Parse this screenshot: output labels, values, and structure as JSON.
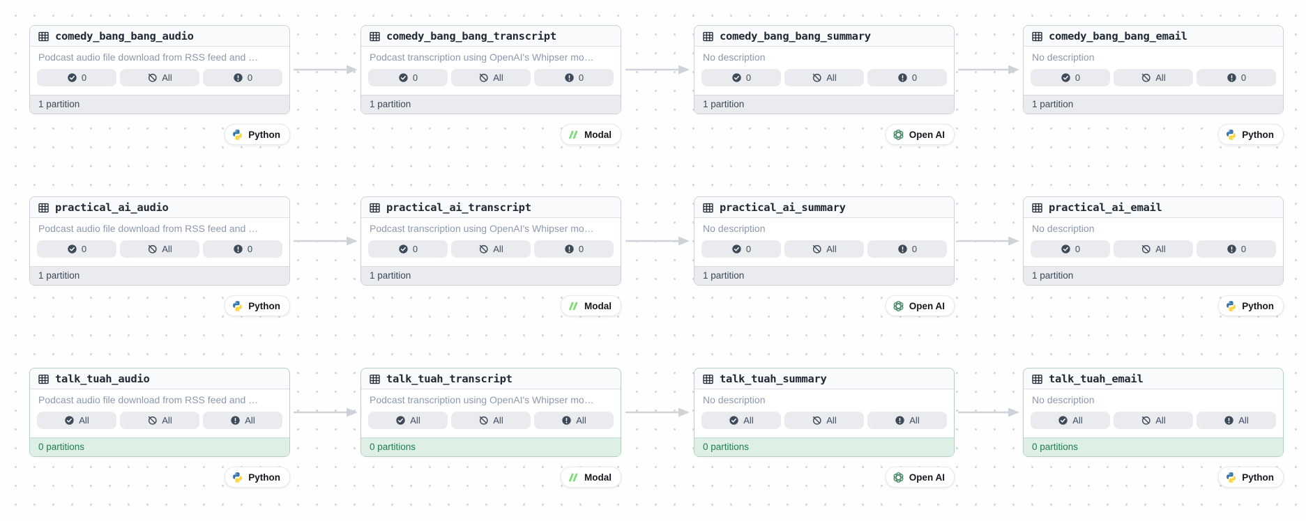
{
  "view": "asset-lineage-graph",
  "colors": {
    "card_border": "#ccd2da",
    "card_border_empty": "#b7cfc0",
    "pill_bg": "#e9ebef",
    "footer_bg": "#e9ebef",
    "footer_empty_bg": "#def0e6",
    "footer_empty_text": "#1e7c4d",
    "arrow": "#ced3da",
    "python_blue": "#3776ab",
    "python_yellow": "#ffd43b",
    "modal_green": "#74e06f",
    "openai_green": "#4e8e6e",
    "status_icon": "#3e4a5a"
  },
  "cards": [
    {
      "name": "comedy_bang_bang_audio",
      "description": "Podcast audio file download from RSS feed and …",
      "status_materialized": "0",
      "status_missing": "All",
      "status_failed": "0",
      "partitions": "1 partition",
      "kind": "Python"
    },
    {
      "name": "comedy_bang_bang_transcript",
      "description": "Podcast transcription using OpenAI's Whipser mo…",
      "status_materialized": "0",
      "status_missing": "All",
      "status_failed": "0",
      "partitions": "1 partition",
      "kind": "Modal"
    },
    {
      "name": "comedy_bang_bang_summary",
      "description": "No description",
      "status_materialized": "0",
      "status_missing": "All",
      "status_failed": "0",
      "partitions": "1 partition",
      "kind": "Open AI"
    },
    {
      "name": "comedy_bang_bang_email",
      "description": "No description",
      "status_materialized": "0",
      "status_missing": "All",
      "status_failed": "0",
      "partitions": "1 partition",
      "kind": "Python"
    },
    {
      "name": "practical_ai_audio",
      "description": "Podcast audio file download from RSS feed and …",
      "status_materialized": "0",
      "status_missing": "All",
      "status_failed": "0",
      "partitions": "1 partition",
      "kind": "Python"
    },
    {
      "name": "practical_ai_transcript",
      "description": "Podcast transcription using OpenAI's Whipser mo…",
      "status_materialized": "0",
      "status_missing": "All",
      "status_failed": "0",
      "partitions": "1 partition",
      "kind": "Modal"
    },
    {
      "name": "practical_ai_summary",
      "description": "No description",
      "status_materialized": "0",
      "status_missing": "All",
      "status_failed": "0",
      "partitions": "1 partition",
      "kind": "Open AI"
    },
    {
      "name": "practical_ai_email",
      "description": "No description",
      "status_materialized": "0",
      "status_missing": "All",
      "status_failed": "0",
      "partitions": "1 partition",
      "kind": "Python"
    },
    {
      "name": "talk_tuah_audio",
      "description": "Podcast audio file download from RSS feed and …",
      "status_materialized": "All",
      "status_missing": "All",
      "status_failed": "All",
      "partitions": "0 partitions",
      "kind": "Python"
    },
    {
      "name": "talk_tuah_transcript",
      "description": "Podcast transcription using OpenAI's Whipser mo…",
      "status_materialized": "All",
      "status_missing": "All",
      "status_failed": "All",
      "partitions": "0 partitions",
      "kind": "Modal"
    },
    {
      "name": "talk_tuah_summary",
      "description": "No description",
      "status_materialized": "All",
      "status_missing": "All",
      "status_failed": "All",
      "partitions": "0 partitions",
      "kind": "Open AI"
    },
    {
      "name": "talk_tuah_email",
      "description": "No description",
      "status_materialized": "All",
      "status_missing": "All",
      "status_failed": "All",
      "partitions": "0 partitions",
      "kind": "Python"
    }
  ]
}
